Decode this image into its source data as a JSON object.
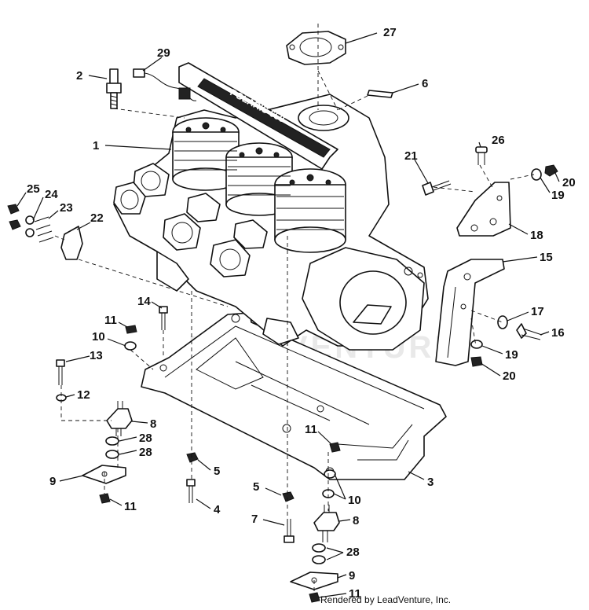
{
  "diagram": {
    "brand_text": "POLARIS 650",
    "watermark": "LEADVENTURE",
    "credit": "Rendered by LeadVenture, Inc.",
    "callouts": [
      {
        "id": "c1",
        "text": "1"
      },
      {
        "id": "c2",
        "text": "2"
      },
      {
        "id": "c3",
        "text": "3"
      },
      {
        "id": "c4",
        "text": "4"
      },
      {
        "id": "c5a",
        "text": "5"
      },
      {
        "id": "c5b",
        "text": "5"
      },
      {
        "id": "c6",
        "text": "6"
      },
      {
        "id": "c7",
        "text": "7"
      },
      {
        "id": "c8a",
        "text": "8"
      },
      {
        "id": "c8b",
        "text": "8"
      },
      {
        "id": "c9a",
        "text": "9"
      },
      {
        "id": "c9b",
        "text": "9"
      },
      {
        "id": "c10a",
        "text": "10"
      },
      {
        "id": "c10b",
        "text": "10"
      },
      {
        "id": "c11a",
        "text": "11"
      },
      {
        "id": "c11b",
        "text": "11"
      },
      {
        "id": "c11c",
        "text": "11"
      },
      {
        "id": "c11d",
        "text": "11"
      },
      {
        "id": "c12",
        "text": "12"
      },
      {
        "id": "c13",
        "text": "13"
      },
      {
        "id": "c14",
        "text": "14"
      },
      {
        "id": "c15",
        "text": "15"
      },
      {
        "id": "c16",
        "text": "16"
      },
      {
        "id": "c17",
        "text": "17"
      },
      {
        "id": "c18",
        "text": "18"
      },
      {
        "id": "c19a",
        "text": "19"
      },
      {
        "id": "c19b",
        "text": "19"
      },
      {
        "id": "c20a",
        "text": "20"
      },
      {
        "id": "c20b",
        "text": "20"
      },
      {
        "id": "c21",
        "text": "21"
      },
      {
        "id": "c22",
        "text": "22"
      },
      {
        "id": "c23",
        "text": "23"
      },
      {
        "id": "c24",
        "text": "24"
      },
      {
        "id": "c25",
        "text": "25"
      },
      {
        "id": "c26",
        "text": "26"
      },
      {
        "id": "c27",
        "text": "27"
      },
      {
        "id": "c28a",
        "text": "28"
      },
      {
        "id": "c28b",
        "text": "28"
      },
      {
        "id": "c28c",
        "text": "28"
      },
      {
        "id": "c29",
        "text": "29"
      }
    ]
  }
}
